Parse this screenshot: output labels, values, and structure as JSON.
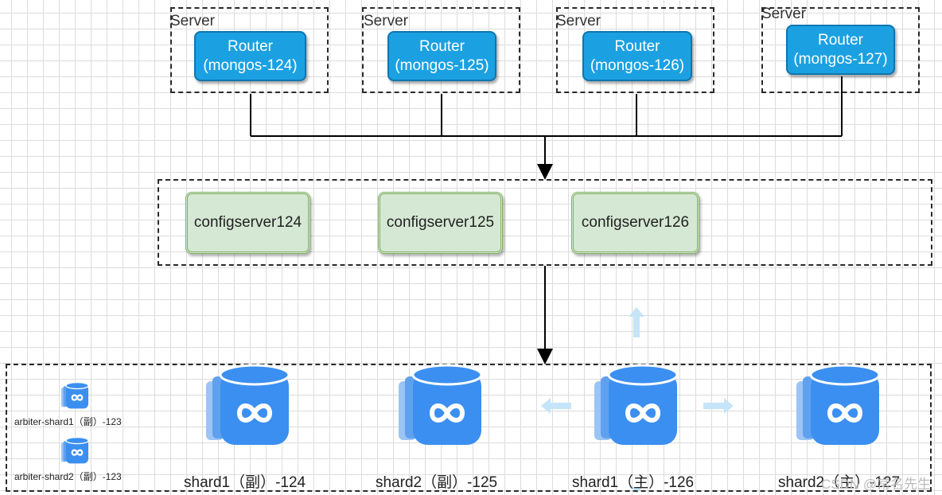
{
  "servers": [
    {
      "label": "Server",
      "router_line1": "Router",
      "router_line2": "(mongos-124)"
    },
    {
      "label": "Server",
      "router_line1": "Router",
      "router_line2": "(mongos-125)"
    },
    {
      "label": "Server",
      "router_line1": "Router",
      "router_line2": "(mongos-126)"
    },
    {
      "label": "Server",
      "router_line1": "Router",
      "router_line2": "(mongos-127)"
    }
  ],
  "config_servers": [
    "configserver124",
    "configserver125",
    "configserver126"
  ],
  "shards": [
    "shard1（副）-124",
    "shard2（副）-125",
    "shard1（主）-126",
    "shard2（主）-127"
  ],
  "arbiters": [
    "arbiter-shard1（副）-123",
    "arbiter-shard2（副）-123"
  ],
  "watermark": "CSDN @常名先生",
  "colors": {
    "router_fill": "#1ba1e2",
    "config_fill": "#d5e8d4",
    "config_border": "#82b366",
    "db_fill": "#3b8ff0"
  }
}
